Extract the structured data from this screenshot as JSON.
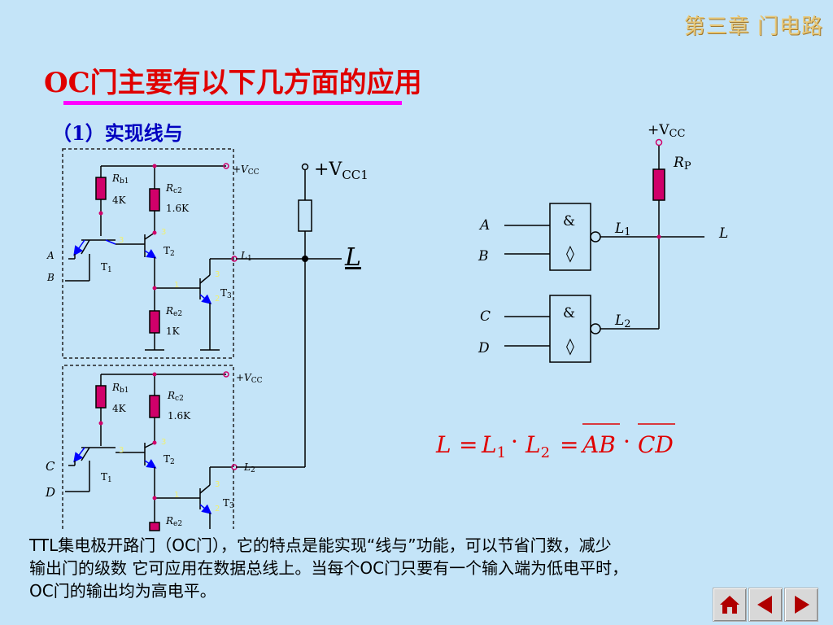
{
  "header": {
    "chapter": "第三章 门电路"
  },
  "title": "OC门主要有以下几方面的应用",
  "subtitle": "（1）实现线与",
  "circuit_top": {
    "vcc": "+V",
    "vcc_sub": "CC",
    "rb1": "R",
    "rb1_sub": "b1",
    "rb1_val": "4K",
    "rc2": "R",
    "rc2_sub": "c2",
    "rc2_val": "1.6K",
    "re2": "R",
    "re2_sub": "e2",
    "re2_val": "1K",
    "t1": "T",
    "t1_sub": "1",
    "t2": "T",
    "t2_sub": "2",
    "t3": "T",
    "t3_sub": "3",
    "in_a": "A",
    "in_b": "B",
    "out": "L",
    "out_sub": "1"
  },
  "circuit_bottom": {
    "vcc": "+V",
    "vcc_sub": "CC",
    "rb1": "R",
    "rb1_sub": "b1",
    "rb1_val": "4K",
    "rc2": "R",
    "rc2_sub": "c2",
    "rc2_val": "1.6K",
    "re2": "R",
    "re2_sub": "e2",
    "t1": "T",
    "t1_sub": "1",
    "t2": "T",
    "t2_sub": "2",
    "t3": "T",
    "t3_sub": "3",
    "in_c": "C",
    "in_d": "D",
    "out": "L",
    "out_sub": "2"
  },
  "junction_numbers": [
    "3",
    "1",
    "2"
  ],
  "shared": {
    "vcc1": "+V",
    "vcc1_sub": "CC1",
    "out": "L"
  },
  "logic_diagram": {
    "vcc": "+V",
    "vcc_sub": "CC",
    "rp": "R",
    "rp_sub": "P",
    "gate_symbol": "&",
    "oc_symbol": "◊",
    "in_a": "A",
    "in_b": "B",
    "in_c": "C",
    "in_d": "D",
    "l1": "L",
    "l1_sub": "1",
    "l2": "L",
    "l2_sub": "2",
    "out": "L"
  },
  "formula": {
    "lhs": "L",
    "eq1": "=",
    "t1": "L",
    "t1_sub": "1",
    "dot": "·",
    "t2": "L",
    "t2_sub": "2",
    "eq2": "=",
    "ab": "AB",
    "cd": "CD"
  },
  "description": {
    "line1": "TTL集电极开路门（OC门），它的特点是能实现“线与”功能，可以节省门数，减少",
    "line2": "输出门的级数 它可应用在数据总线上。当每个OC门只要有一个输入端为低电平时，",
    "line3": "OC门的输出均为高电平。"
  },
  "nav": {
    "home": "home-icon",
    "prev": "prev-icon",
    "next": "next-icon"
  },
  "colors": {
    "background": "#c4e4f8",
    "title": "#e00000",
    "underline": "#ff00ff",
    "subtitle": "#0000c0",
    "resistor": "#d0006a",
    "formula": "#e00000"
  }
}
